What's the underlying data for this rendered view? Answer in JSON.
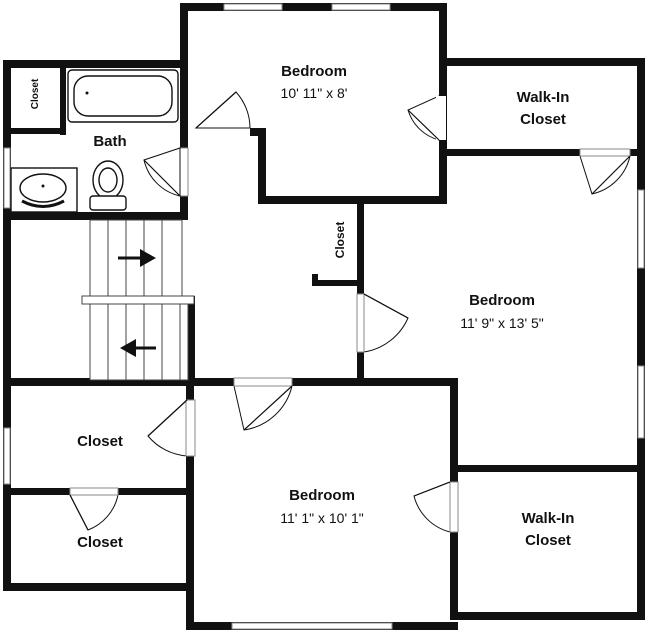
{
  "plan": {
    "rooms": {
      "bedroom_top": {
        "name": "Bedroom",
        "dims": "10' 11\" x 8'"
      },
      "walkin_top": {
        "name_line1": "Walk-In",
        "name_line2": "Closet"
      },
      "bath": {
        "name": "Bath"
      },
      "closet_bath": {
        "name": "Closet"
      },
      "closet_hall": {
        "name": "Closet"
      },
      "bedroom_right": {
        "name": "Bedroom",
        "dims": "11' 9\" x 13' 5\""
      },
      "closet_left_upper": {
        "name": "Closet"
      },
      "closet_left_lower": {
        "name": "Closet"
      },
      "bedroom_bottom": {
        "name": "Bedroom",
        "dims": "11' 1\" x 10' 1\""
      },
      "walkin_bottom": {
        "name_line1": "Walk-In",
        "name_line2": "Closet"
      }
    },
    "colors": {
      "wall": "#111111",
      "background": "#ffffff",
      "window": "#8a8a8a"
    }
  }
}
